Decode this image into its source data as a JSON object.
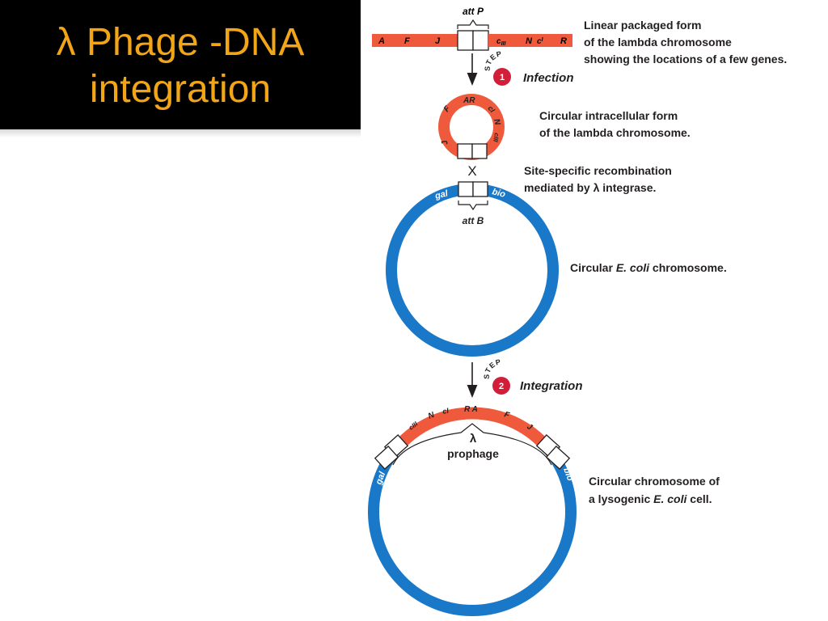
{
  "slide": {
    "title_line1": "λ Phage -DNA",
    "title_line2": "integration"
  },
  "colors": {
    "title_text": "#f2a516",
    "title_bg": "#000000",
    "phage_dna": "#ef5a3c",
    "ecoli_dna": "#1a78c8",
    "step_badge": "#d11f3a",
    "text_dark": "#231f20"
  },
  "diagram": {
    "linear_dna": {
      "label_attP": "att P",
      "genes": {
        "A": "A",
        "F": "F",
        "J": "J",
        "cIII_base": "c",
        "cIII_sub": "III",
        "N": "N",
        "cI_base": "c",
        "cI_sub": "I",
        "R": "R"
      },
      "caption_line1": "Linear packaged form",
      "caption_line2": "of the lambda chromosome",
      "caption_line3": "showing the locations of a few genes."
    },
    "step1": {
      "step_word": "STEP",
      "number": "1",
      "label": "Infection"
    },
    "circular_phage": {
      "genes": {
        "AR": "AR",
        "cI": "cI",
        "N": "N",
        "cIII": "cIII",
        "F": "F",
        "J": "J"
      },
      "caption_line1": "Circular intracellular form",
      "caption_line2": "of the lambda chromosome."
    },
    "recombination": {
      "cross_glyph": "X",
      "caption_line1": "Site-specific recombination",
      "caption_line2": "mediated by λ integrase."
    },
    "ecoli": {
      "gal": "gal",
      "bio": "bio",
      "label_attB": "att B",
      "caption_prefix": "Circular ",
      "caption_italic": "E. coli",
      "caption_suffix": " chromosome."
    },
    "step2": {
      "step_word": "STEP",
      "number": "2",
      "label": "Integration"
    },
    "lysogen": {
      "genes": {
        "cIII": "cIII",
        "N": "N",
        "cI": "cI",
        "RA": "R A",
        "F": "F",
        "J": "J"
      },
      "gal": "gal",
      "bio": "bio",
      "lambda_symbol": "λ",
      "prophage": "prophage",
      "caption_line1": "Circular chromosome of",
      "caption_line2_prefix": "a lysogenic ",
      "caption_line2_italic": "E. coli",
      "caption_line2_suffix": " cell."
    }
  }
}
